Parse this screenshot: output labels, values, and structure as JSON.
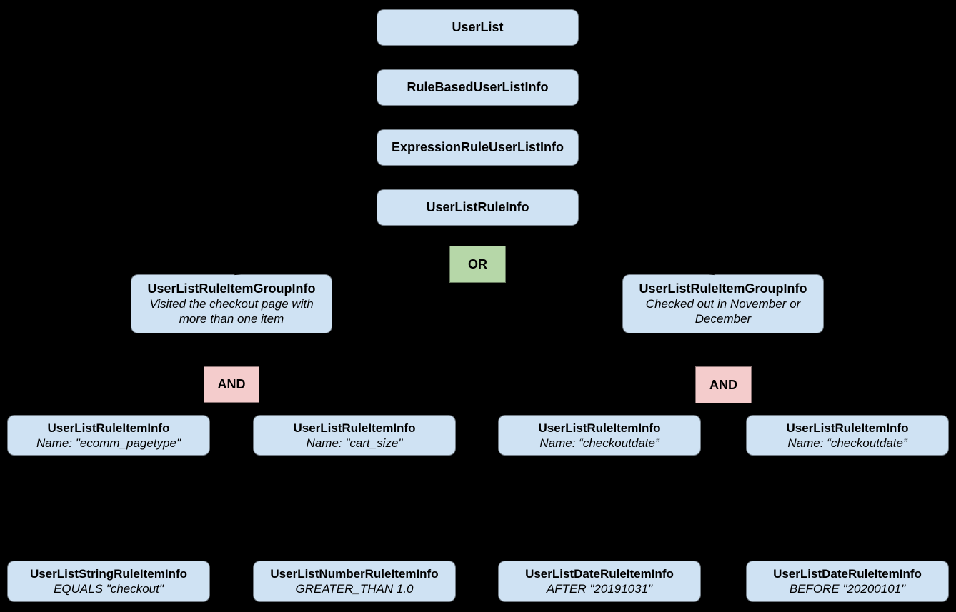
{
  "diagram": {
    "colors": {
      "background": "#000000",
      "node_fill": "#cfe2f3",
      "or_fill": "#b6d7a8",
      "and_fill": "#f4cccc",
      "text": "#000000"
    },
    "chain": [
      {
        "label": "UserList"
      },
      {
        "label": "RuleBasedUserListInfo"
      },
      {
        "label": "ExpressionRuleUserListInfo"
      },
      {
        "label": "UserListRuleInfo"
      }
    ],
    "or_operator": {
      "label": "OR"
    },
    "branches": [
      {
        "group": {
          "title": "UserListRuleItemGroupInfo",
          "description": "Visited the checkout page with more than one item"
        },
        "operator": {
          "label": "AND"
        },
        "items": [
          {
            "title": "UserListRuleItemInfo",
            "subtitle": "Name: \"ecomm_pagetype\"",
            "leaf": {
              "title": "UserListStringRuleItemInfo",
              "subtitle": "EQUALS \"checkout\""
            }
          },
          {
            "title": "UserListRuleItemInfo",
            "subtitle": "Name: \"cart_size\"",
            "leaf": {
              "title": "UserListNumberRuleItemInfo",
              "subtitle": "GREATER_THAN 1.0"
            }
          }
        ]
      },
      {
        "group": {
          "title": "UserListRuleItemGroupInfo",
          "description": "Checked out in November or December"
        },
        "operator": {
          "label": "AND"
        },
        "items": [
          {
            "title": "UserListRuleItemInfo",
            "subtitle": "Name: “checkoutdate”",
            "leaf": {
              "title": "UserListDateRuleItemInfo",
              "subtitle": "AFTER \"20191031\""
            }
          },
          {
            "title": "UserListRuleItemInfo",
            "subtitle": "Name: “checkoutdate”",
            "leaf": {
              "title": "UserListDateRuleItemInfo",
              "subtitle": "BEFORE \"20200101\""
            }
          }
        ]
      }
    ]
  }
}
